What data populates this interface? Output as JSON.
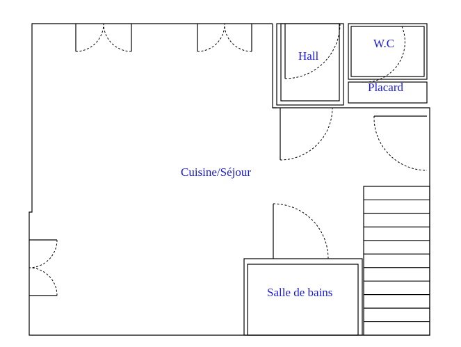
{
  "colors": {
    "wall": "#000000",
    "label": "#1a1adc",
    "background": "#ffffff"
  },
  "rooms": {
    "hall": "Hall",
    "wc": "W.C",
    "placard": "Placard",
    "cuisine_sejour": "Cuisine/Séjour",
    "salle_de_bains": "Salle de bains"
  },
  "stairs": {
    "steps": 10
  }
}
